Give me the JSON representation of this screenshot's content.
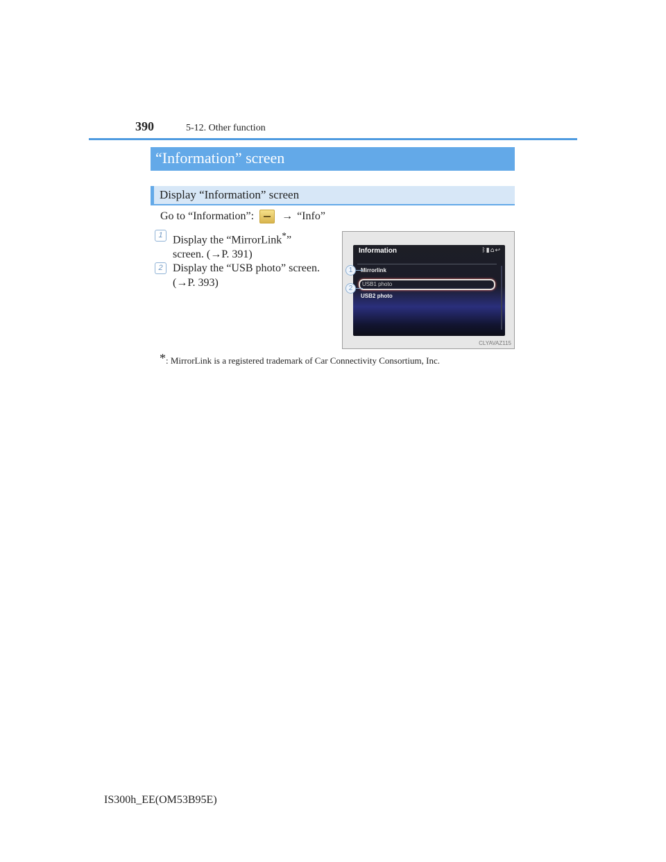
{
  "header": {
    "page_number": "390",
    "section": "5-12. Other function"
  },
  "title": "“Information” screen",
  "subheading": "Display “Information” screen",
  "goto": {
    "prefix": "Go to “Information”:",
    "arrow": "→",
    "suffix": "“Info”",
    "icon": "menu-button-icon"
  },
  "steps": [
    {
      "number": "1",
      "line1": "Display the “MirrorLink",
      "mark": "*",
      "line1_end": "”",
      "line2": "screen. (",
      "ref_arrow": "→",
      "ref": "P. 391)"
    },
    {
      "number": "2",
      "line1": "Display the “USB photo” screen.",
      "line2": "(",
      "ref_arrow": "→",
      "ref": "P. 393)"
    }
  ],
  "screenshot": {
    "screen_title": "Information",
    "status_icons": "ᛒ▮⌂↩",
    "items": [
      "Mirrorlink",
      "USB1 photo",
      "USB2 photo"
    ],
    "callouts": [
      "1",
      "2"
    ],
    "image_code": "CLYAVAZ115"
  },
  "footnote": {
    "mark": "*",
    "text": ": MirrorLink is a registered trademark of Car Connectivity Consortium, Inc."
  },
  "footer": {
    "code": "IS300h_EE(OM53B95E)"
  },
  "colors": {
    "accent": "#63a9e8",
    "subhead_bg": "#d7e7f7"
  }
}
